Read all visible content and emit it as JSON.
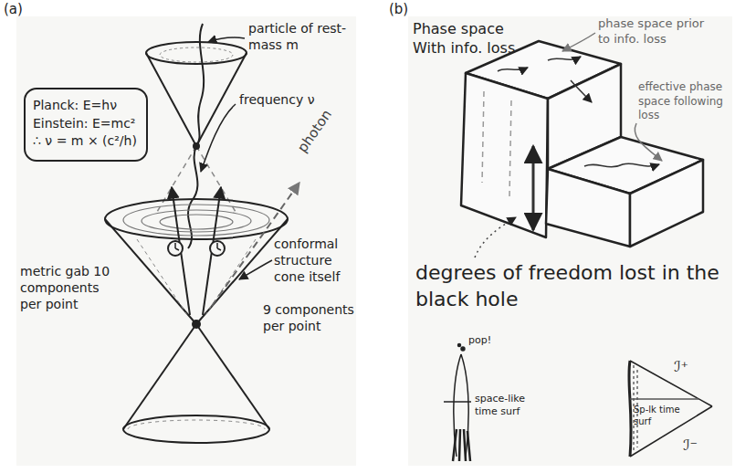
{
  "diagram": {
    "nodes": [
      {
        "text": [
          "Planck: E=hν",
          "Einstein: E=mc²",
          "∴ ν = m × (c²/h)"
        ]
      }
    ],
    "labels": [
      "(a)",
      "(b)",
      "particle of rest-mass m",
      "frequency ν",
      "photon",
      "conformal structure cone itself",
      "9 components per point",
      "metric gab 10 components per point",
      "Phase space With info. loss",
      "phase space prior to info. loss",
      "effective phase space following loss",
      "degrees of freedom lost in the black hole",
      "pop!",
      "space-like time surf",
      "Sp-lk time surf",
      "ℐ⁺",
      "ℐ⁻"
    ]
  }
}
